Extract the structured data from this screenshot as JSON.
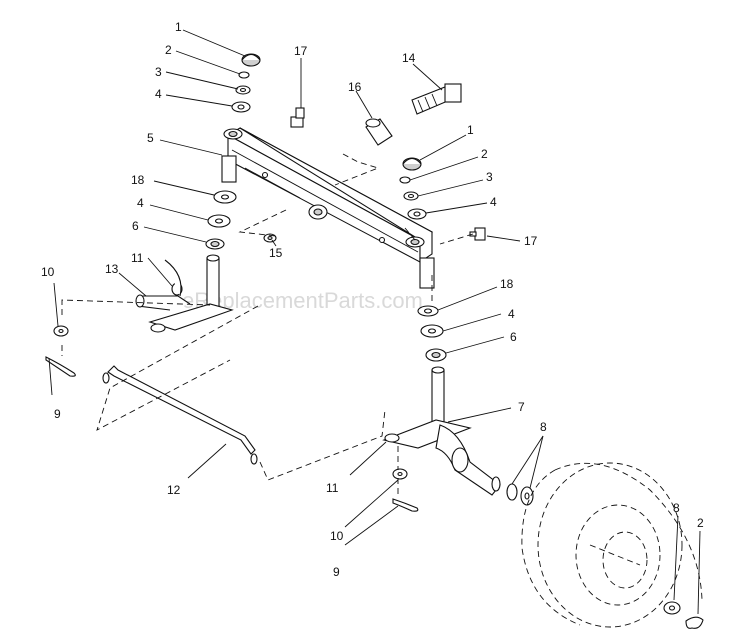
{
  "watermark": "eReplacementParts.com",
  "callouts": {
    "c1a": "1",
    "c2a": "2",
    "c3a": "3",
    "c4a": "4",
    "c5": "5",
    "c18a": "18",
    "c4b": "4",
    "c6a": "6",
    "c17a": "17",
    "c16": "16",
    "c14": "14",
    "c1b": "1",
    "c2b": "2",
    "c3b": "3",
    "c4c": "4",
    "c17b": "17",
    "c15": "15",
    "c10a": "10",
    "c13": "13",
    "c11a": "11",
    "c9a": "9",
    "c18b": "18",
    "c4d": "4",
    "c6b": "6",
    "c7": "7",
    "c8a": "8",
    "c12": "12",
    "c11b": "11",
    "c10b": "10",
    "c9b": "9",
    "c8b": "8",
    "c2c": "2"
  }
}
